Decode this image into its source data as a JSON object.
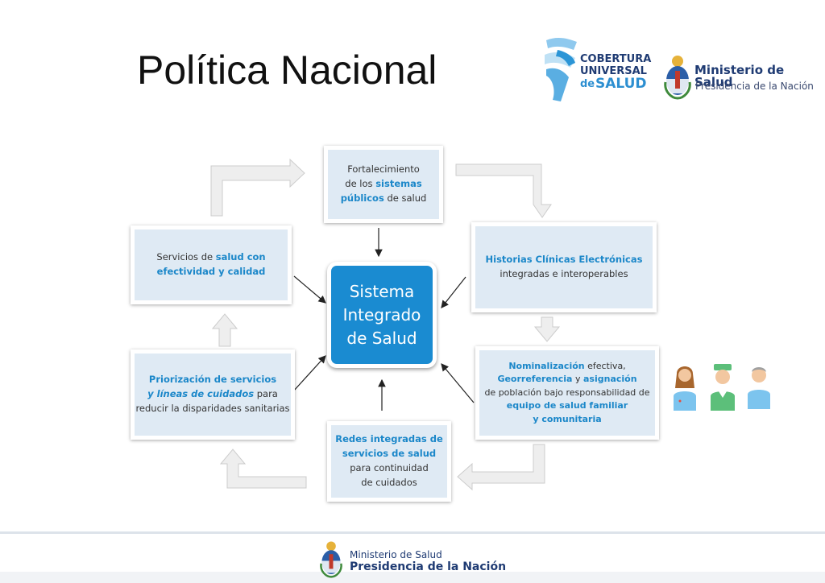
{
  "title": "Política Nacional",
  "logos": {
    "cobertura": {
      "line1": "COBERTURA",
      "line2": "UNIVERSAL",
      "line3a": "de",
      "line3b": "SALUD"
    },
    "ministerio": {
      "head": "Ministerio de Salud",
      "sub": "Presidencia de la Nación"
    }
  },
  "diagram": {
    "center": {
      "line1": "Sistema",
      "line2": "Integrado",
      "line3": "de Salud"
    },
    "top": {
      "l1": "Fortalecimiento",
      "l2a": "de los ",
      "l2b": "sistemas",
      "l3a": "públicos",
      "l3b": " de salud"
    },
    "right_top": {
      "l1": "Historias Clínicas Electrónicas",
      "l2": "integradas e interoperables"
    },
    "right_bottom": {
      "l1a": "Nominalización",
      "l1b": " efectiva,",
      "l2a": "Georreferencia",
      "l2b": " y ",
      "l2c": "asignación",
      "l3": "de población bajo responsabilidad de",
      "l4": "equipo de salud familiar",
      "l5": "y comunitaria"
    },
    "bottom": {
      "l1": "Redes integradas de",
      "l2": "servicios de salud",
      "l3": "para continuidad",
      "l4": "de cuidados"
    },
    "left_bottom": {
      "l1": "Priorización de servicios",
      "l2a": "y líneas de cuidados",
      "l2b": " para",
      "l3": "reducir la disparidades sanitarias"
    },
    "left_top": {
      "l1a": "Servicios de ",
      "l1b": "salud con",
      "l2": "efectividad y calidad"
    }
  },
  "footer": {
    "head": "Ministerio de Salud",
    "sub": "Presidencia de la Nación"
  },
  "colors": {
    "accent": "#1a8bd1",
    "box_bg": "#dfeaf4",
    "navy": "#1f3b73"
  }
}
